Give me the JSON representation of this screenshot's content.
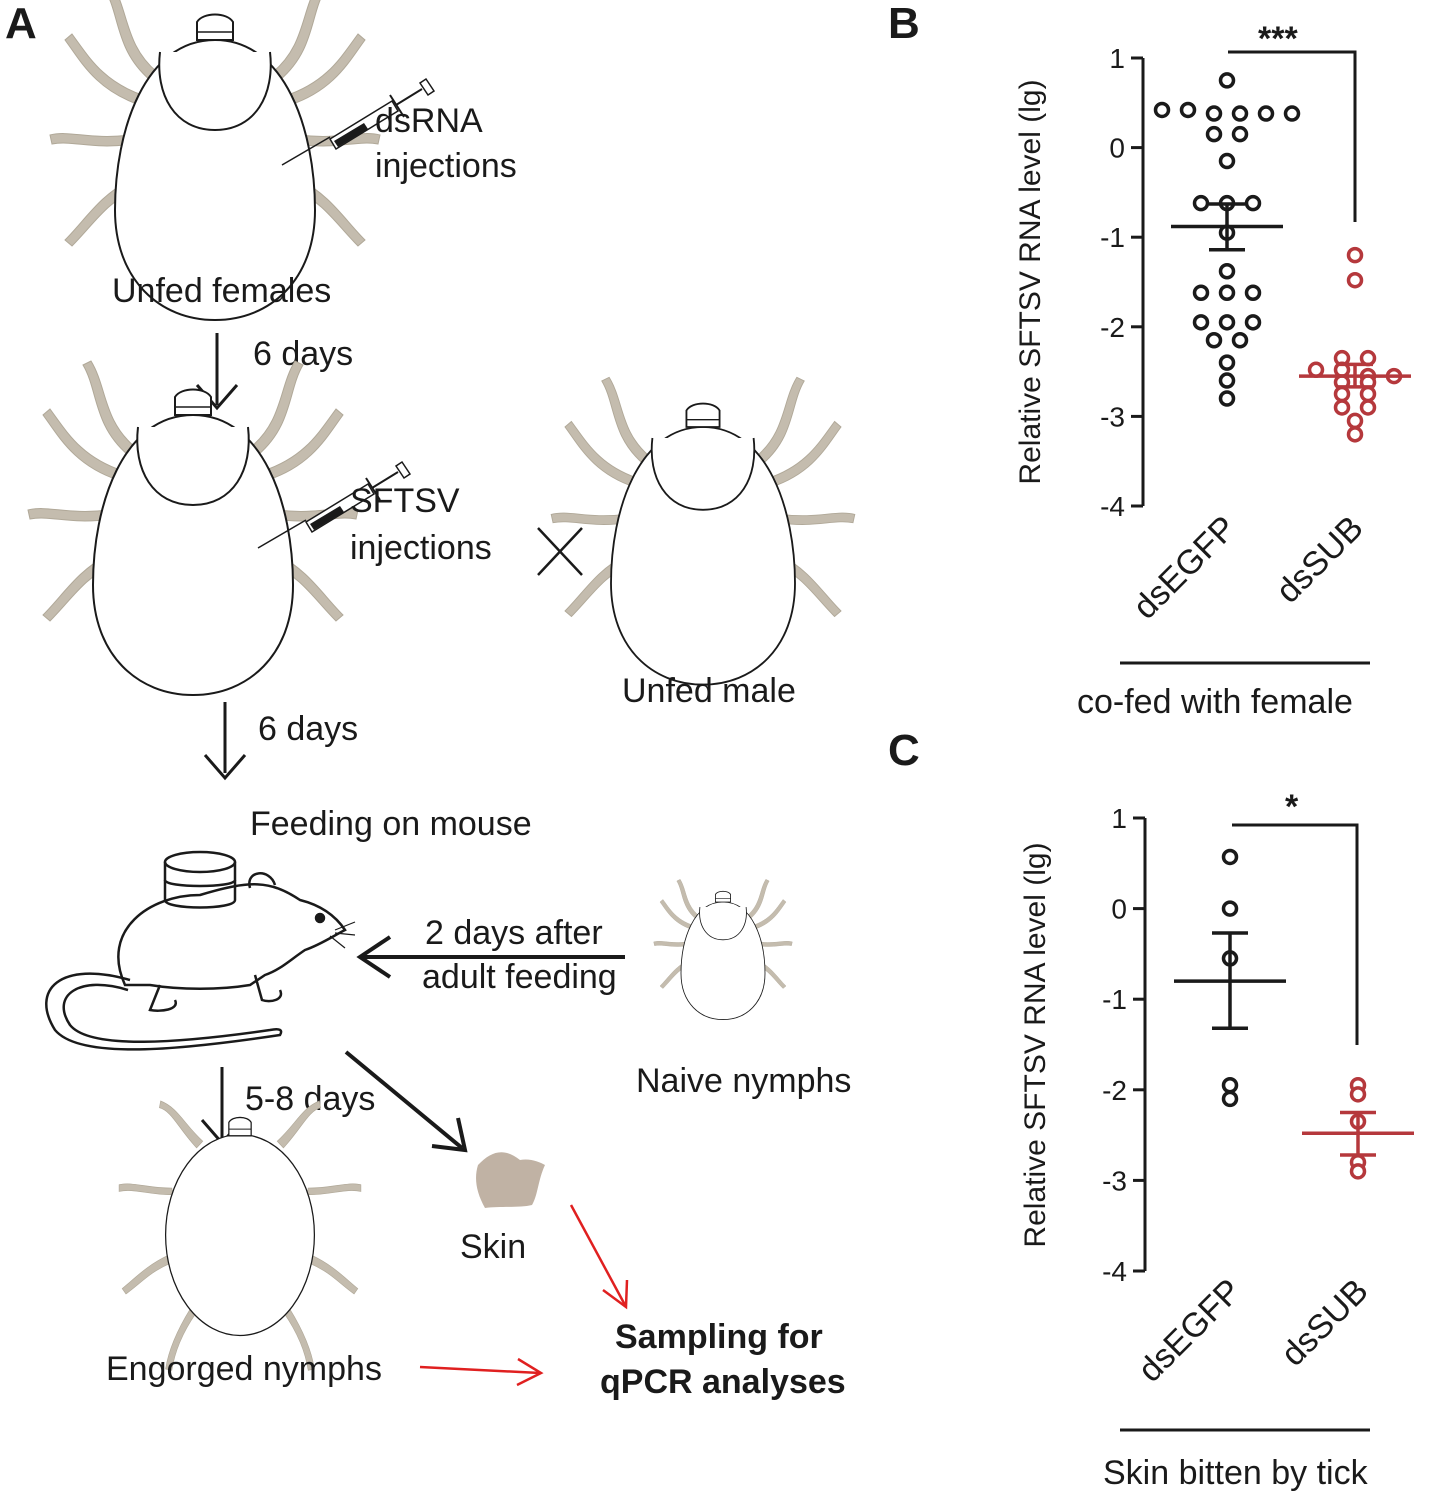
{
  "panel_labels": {
    "a": "A",
    "b": "B",
    "c": "C"
  },
  "diagram": {
    "unfed_females": "Unfed females",
    "dsrna_line1": "dsRNA",
    "dsrna_line2": "injections",
    "six_days_1": "6 days",
    "sftsv_line1": "SFTSV",
    "sftsv_line2": "injections",
    "unfed_male": "Unfed male",
    "six_days_2": "6 days",
    "feeding_on_mouse": "Feeding on mouse",
    "two_days_line1": "2 days after",
    "two_days_line2": "adult feeding",
    "naive_nymphs": "Naive nymphs",
    "five_eight_days": "5-8 days",
    "skin": "Skin",
    "engorged_nymphs": "Engorged nymphs",
    "sampling_line1": "Sampling for",
    "sampling_line2": "qPCR analyses"
  },
  "colors": {
    "control": "#1a1a1a",
    "treatment": "#b5383c",
    "leg": "#c4bcae",
    "arrow_red": "#e02020"
  },
  "chart_data": [
    {
      "type": "scatter",
      "panel": "B",
      "ylabel": "Relative SFTSV RNA level (lg)",
      "ylim": [
        -4,
        1
      ],
      "yticks": [
        "1",
        "0",
        "-1",
        "-2",
        "-3",
        "-4"
      ],
      "categories": [
        "dsEGFP",
        "dsSUB"
      ],
      "group_label": "co-fed with female",
      "significance": "***",
      "series": [
        {
          "name": "dsEGFP",
          "mean": -0.88,
          "sem_low": -1.14,
          "sem_high": -0.63,
          "values": [
            0.75,
            0.42,
            0.42,
            0.38,
            0.38,
            0.38,
            0.38,
            0.15,
            0.15,
            -0.15,
            -0.62,
            -0.62,
            -0.62,
            -0.95,
            -1.38,
            -1.62,
            -1.62,
            -1.62,
            -1.95,
            -1.95,
            -1.95,
            -2.15,
            -2.15,
            -2.4,
            -2.6,
            -2.8
          ]
        },
        {
          "name": "dsSUB",
          "mean": -2.55,
          "sem_low": -2.67,
          "sem_high": -2.42,
          "values": [
            -1.2,
            -1.48,
            -2.35,
            -2.35,
            -2.48,
            -2.48,
            -2.55,
            -2.55,
            -2.62,
            -2.62,
            -2.75,
            -2.75,
            -2.9,
            -2.9,
            -3.05,
            -3.2
          ]
        }
      ]
    },
    {
      "type": "scatter",
      "panel": "C",
      "ylabel": "Relative SFTSV RNA level (lg)",
      "ylim": [
        -4,
        1
      ],
      "yticks": [
        "1",
        "0",
        "-1",
        "-2",
        "-3",
        "-4"
      ],
      "categories": [
        "dsEGFP",
        "dsSUB"
      ],
      "group_label": "Skin bitten by tick",
      "significance": "*",
      "series": [
        {
          "name": "dsEGFP",
          "mean": -0.8,
          "sem_low": -1.32,
          "sem_high": -0.27,
          "values": [
            0.57,
            0.0,
            -0.55,
            -1.95,
            -2.1
          ]
        },
        {
          "name": "dsSUB",
          "mean": -2.48,
          "sem_low": -2.72,
          "sem_high": -2.25,
          "values": [
            -1.95,
            -2.05,
            -2.35,
            -2.8,
            -2.9
          ]
        }
      ]
    }
  ]
}
